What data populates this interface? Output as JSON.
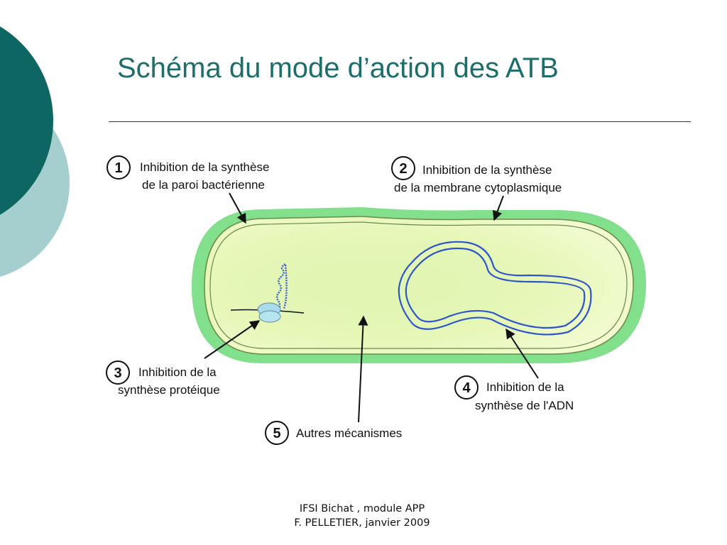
{
  "slide": {
    "title": "Schéma du mode d’action des ATB"
  },
  "diagram": {
    "labels": [
      {
        "number": "1",
        "line1": "Inhibition de la synthèse",
        "line2": "de la paroi bactérienne"
      },
      {
        "number": "2",
        "line1": "Inhibition de la synthèse",
        "line2": "de la membrane cytoplasmique"
      },
      {
        "number": "3",
        "line1": "Inhibition de la",
        "line2": "synthèse protéique"
      },
      {
        "number": "4",
        "line1": "Inhibition de la",
        "line2": "synthèse de l'ADN"
      },
      {
        "number": "5",
        "line1": "Autres mécanismes"
      }
    ]
  },
  "footer": {
    "line1": "IFSI Bichat , module APP",
    "line2": "F. PELLETIER, janvier 2009"
  },
  "colors": {
    "title": "#1d6e6b",
    "decor_dark": "#0e6663",
    "decor_light": "#a4cfce",
    "cell_wall": "#82e08c",
    "cytoplasm": "#e9f7b6",
    "dna": "#2f56c8",
    "ribosome": "#a8dceb"
  }
}
